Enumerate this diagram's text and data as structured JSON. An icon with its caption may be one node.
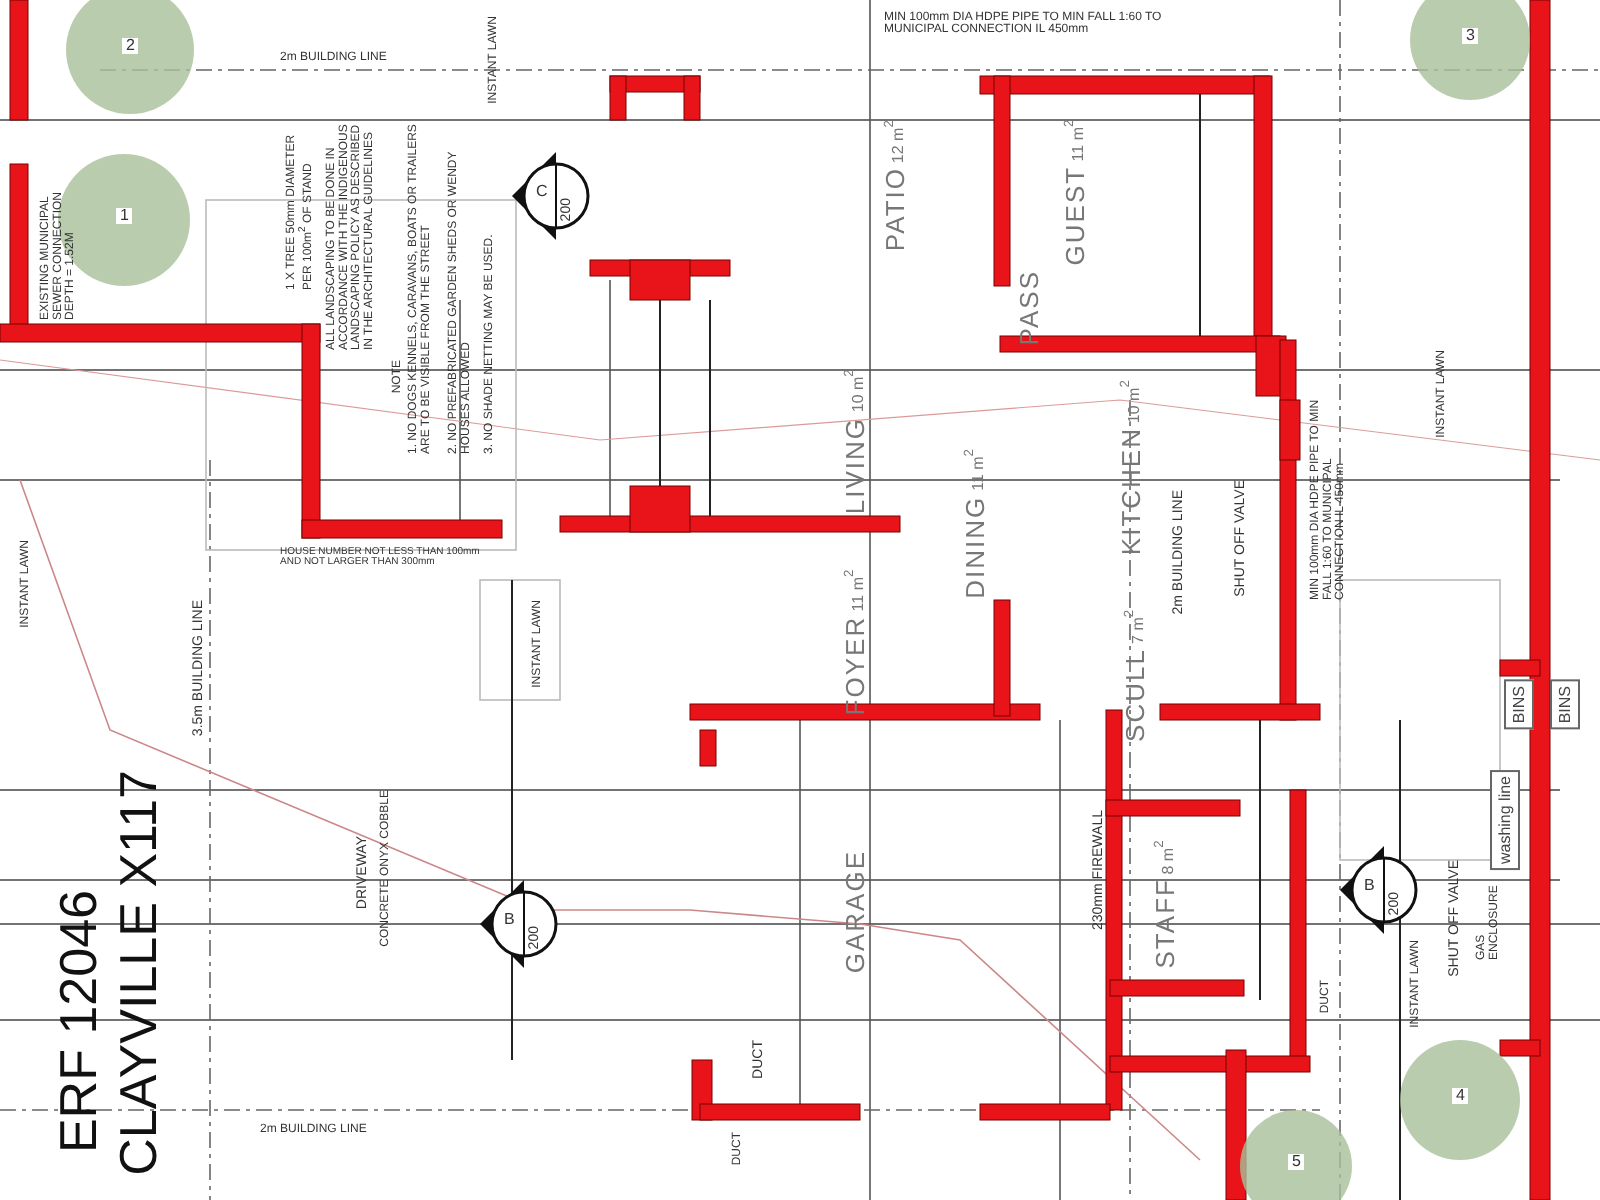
{
  "diagram": {
    "nodes": [
      {
        "text": [
          "PATIO",
          "12 m$^{2}$"
        ]
      },
      {
        "text": [
          "GUEST",
          "11 m$^{2}$"
        ]
      },
      {
        "text": [
          "PASS"
        ]
      },
      {
        "text": [
          "LIVING",
          "10 m$^{2}$"
        ]
      },
      {
        "text": [
          "DINING",
          "11 m$^{2}$"
        ]
      },
      {
        "text": [
          "KITCHEN",
          "10 m$^{2}$"
        ]
      },
      {
        "text": [
          "FOYER",
          "11 m$^{2}$"
        ]
      },
      {
        "text": [
          "SCULL",
          "7 m$^{2}$"
        ]
      },
      {
        "text": [
          "GARAGE"
        ]
      },
      {
        "text": [
          "STAFF",
          "8 m$^{2}$"
        ]
      },
      {
        "text": [
          "washing line"
        ]
      },
      {
        "text": [
          "BINS"
        ]
      },
      {
        "text": [
          "BINS"
        ]
      }
    ],
    "labels": [
      "ERF 12046",
      "CLAYVILLE X117",
      "2m BUILDING LINE",
      "3.5m BUILDING LINE",
      "2m BUILDING LINE",
      "2m BUILDING LINE",
      "INSTANT LAWN",
      "INSTANT LAWN",
      "INSTANT LAWN",
      "INSTANT LAWN",
      "INSTANT LAWN",
      "EXISTING MUNICIPAL SEWER CONNECTION DEPTH = 1.52M",
      "1 X TREE 50mm DIAMETER PER 100m$^{2}$ OF STAND",
      "ALL LANDSCAPING TO BE DONE IN ACCORDANCE WITH THE INDIGENOUS LANDSCAPING POLICY AS DESCRIBED IN THE ARCHITECTURAL GUIDELINES",
      "NOTE",
      "1. NO DOGS KENNELS, CARAVANS, BOATS OR TRAILERS ARE TO BE VISIBLE FROM THE STREET",
      "2. NO PREFABRICATED GARDEN SHEDS OR WENDY HOUSES ALLOWED",
      "3. NO SHADE NETTING MAY BE USED.",
      "HOUSE NUMBER NOT LESS THAN 100mm AND NOT LARGER THAN 300mm",
      "MIN 100mm DIA HDPE PIPE TO MIN FALL 1:60 TO MUNICIPAL CONNECTION IL 450mm",
      "MIN 100mm DIA HDPE PIPE TO MIN FALL 1:60 TO MUNICIPAL CONNECTION IL 450mm",
      "DRIVEWAY",
      "CONCRETE ONYX COBBLE",
      "SHUT OFF VALVE",
      "SHUT OFF VALVE",
      "GAS ENCLOSURE",
      "230mm FIREWALL",
      "DUCT",
      "DUCT",
      "DUCT",
      "C",
      "200",
      "B",
      "200",
      "B",
      "200",
      "2",
      "1",
      "3",
      "4",
      "5"
    ]
  }
}
